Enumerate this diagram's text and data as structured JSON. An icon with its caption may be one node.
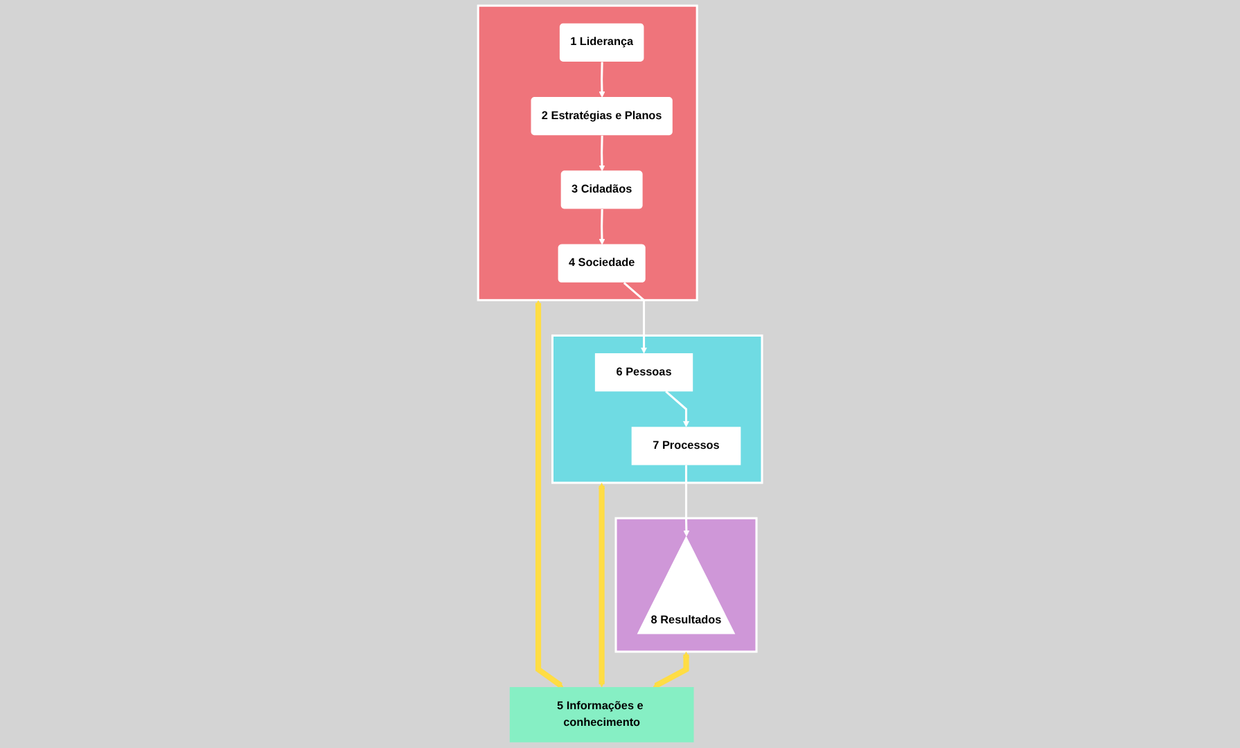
{
  "diagram": {
    "nodes": [
      {
        "text": [],
        "shape": "box"
      },
      {
        "text": [
          "4 Sociedade"
        ],
        "in": 0
      },
      {
        "text": [
          "3 Cidadãos"
        ],
        "in": 0
      },
      {
        "text": [
          "2 Estratégias e Planos"
        ],
        "in": 0
      },
      {
        "text": [
          "1 Liderança"
        ],
        "in": 0
      },
      {
        "text": [],
        "shape": "box"
      },
      {
        "text": [
          "6 Pessoas"
        ],
        "in": 5
      },
      {
        "text": [
          "7 Processos"
        ],
        "in": 5
      },
      {
        "text": [],
        "shape": "box"
      },
      {
        "text": [
          "8 Resultados"
        ],
        "in": 8
      },
      {
        "text": [
          "5 Informações e conhecimento"
        ]
      }
    ],
    "edges": [
      {
        "from": 4,
        "to": 3,
        "arrow": "to"
      },
      {
        "from": 3,
        "to": 2,
        "arrow": "to"
      },
      {
        "from": 2,
        "to": 1,
        "arrow": "to"
      },
      {
        "from": 1,
        "to": 6,
        "arrow": "to"
      },
      {
        "from": 6,
        "to": 7,
        "arrow": "to"
      },
      {
        "from": 7,
        "to": 9,
        "arrow": "to"
      },
      {
        "from": 0,
        "to": 10,
        "arrow": "both",
        "style": "thick",
        "color": "#ffdd44"
      },
      {
        "from": 5,
        "to": 10,
        "arrow": "both",
        "style": "thick",
        "color": "#ffdd44"
      },
      {
        "from": 8,
        "to": 10,
        "arrow": "both",
        "style": "thick",
        "color": "#ffdd44"
      }
    ]
  }
}
